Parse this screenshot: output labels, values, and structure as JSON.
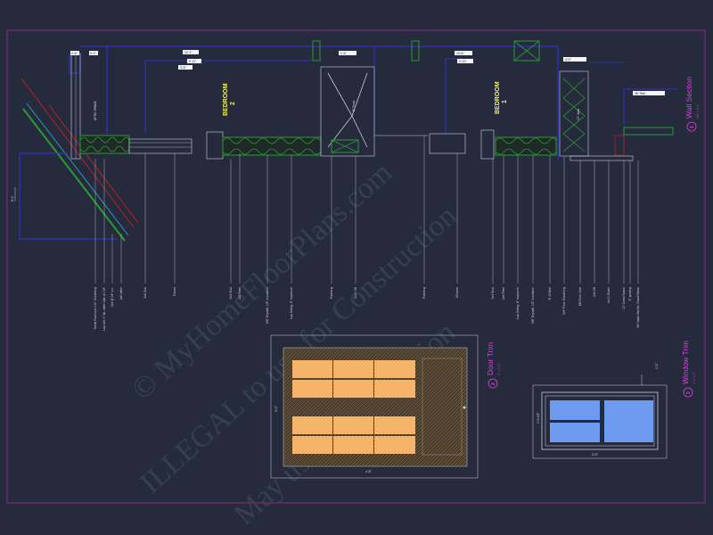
{
  "rooms": {
    "bedroom_2": {
      "label": "BEDROOM",
      "number": "2"
    },
    "bedroom_1": {
      "label": "BEDROOM",
      "number": "1"
    }
  },
  "titles": {
    "wall_section": {
      "title": "Wall Section",
      "number": "1",
      "scale": "1/2\" = 1'-0\""
    },
    "door_trim": {
      "title": "Door Trim",
      "number": "2",
      "scale": "1\" = 1'-0\""
    },
    "window_trim": {
      "title": "Window Trim",
      "number": "3",
      "scale": "1\" = 1'-0\""
    }
  },
  "watermark": {
    "line1": "© MyHomeFloorPlans.com",
    "line2": "ILLEGAL to use for Construction",
    "line3": "May use for Estimation"
  },
  "dimensions": {
    "d1": "2'-6\"",
    "d2": "3'-2\"",
    "d3": "12'-1\"",
    "d4": "9'-11\"",
    "d5": "3'-8\"",
    "d6": "1'-6\"",
    "d7": "10'-6\"",
    "d8": "2'-10\"",
    "d9": "4'-0\"",
    "d10": "3'-0\"",
    "d11": "4'-8\"",
    "d12": "1'-2\"",
    "d13": "1'-5 1/2\"",
    "d14": "2'-0\""
  },
  "callouts": [
    "Metal Roof over 1/2\" Sheathing",
    "Lap with 1\" fla. rafter tails (e) 24\"",
    "2x4 @ 24\" o.c.",
    "2x6 rafter",
    "2x6 Sub",
    "Fascia",
    "2x4 Stud",
    "2x6 Plate",
    "5/8\" Drywall, 1/2\" insulation",
    "Lap Siding, 8\" exposure",
    "Flashing",
    "2x10 Sill",
    "Flashing",
    "Window",
    "2x4 Stud",
    "2x6 Plate",
    "Lap Siding, 8\" exposure",
    "5/8\" Drywall, 1/2\" insulation",
    "R-19 Batt",
    "3/4\" Floor Sheathing",
    "DB Floor Joist",
    "2x6 Sill",
    "2x10 Girder",
    "12\" Crawl Space",
    "6\" grading",
    "Mil Vapor Barrier, Gravel Base"
  ],
  "labels": {
    "attic": "ATTIC SPACE",
    "truss": "8\" Truss",
    "joist": "10\" Joist",
    "rail": "36\" Rail",
    "wall_height": "9'-1\""
  },
  "colors": {
    "background": "#262a3d",
    "frame": "#8a2a8a",
    "structure_blue": "#2c33c8",
    "insulation_green": "#2a9a32",
    "roof_red": "#b42222",
    "title_magenta": "#e040e0",
    "room_yellow": "#f2f25a",
    "glass_blue": "#6e9bf0",
    "panel_orange": "#f6b46a"
  }
}
